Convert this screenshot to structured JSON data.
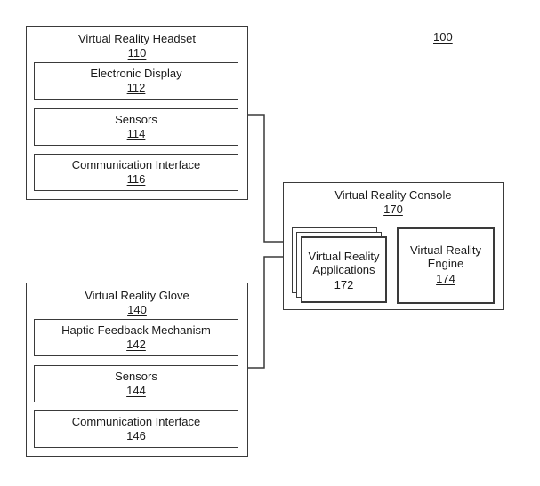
{
  "figure_ref": "100",
  "headset": {
    "title": "Virtual Reality Headset",
    "ref": "110",
    "components": [
      {
        "title": "Electronic Display",
        "ref": "112"
      },
      {
        "title": "Sensors",
        "ref": "114"
      },
      {
        "title": "Communication Interface",
        "ref": "116"
      }
    ]
  },
  "glove": {
    "title": "Virtual Reality Glove",
    "ref": "140",
    "components": [
      {
        "title": "Haptic Feedback Mechanism",
        "ref": "142"
      },
      {
        "title": "Sensors",
        "ref": "144"
      },
      {
        "title": "Communication Interface",
        "ref": "146"
      }
    ]
  },
  "console": {
    "title": "Virtual Reality Console",
    "ref": "170",
    "applications": {
      "title_line1": "Virtual Reality",
      "title_line2": "Applications",
      "ref": "172"
    },
    "engine": {
      "title_line1": "Virtual Reality",
      "title_line2": "Engine",
      "ref": "174"
    }
  }
}
